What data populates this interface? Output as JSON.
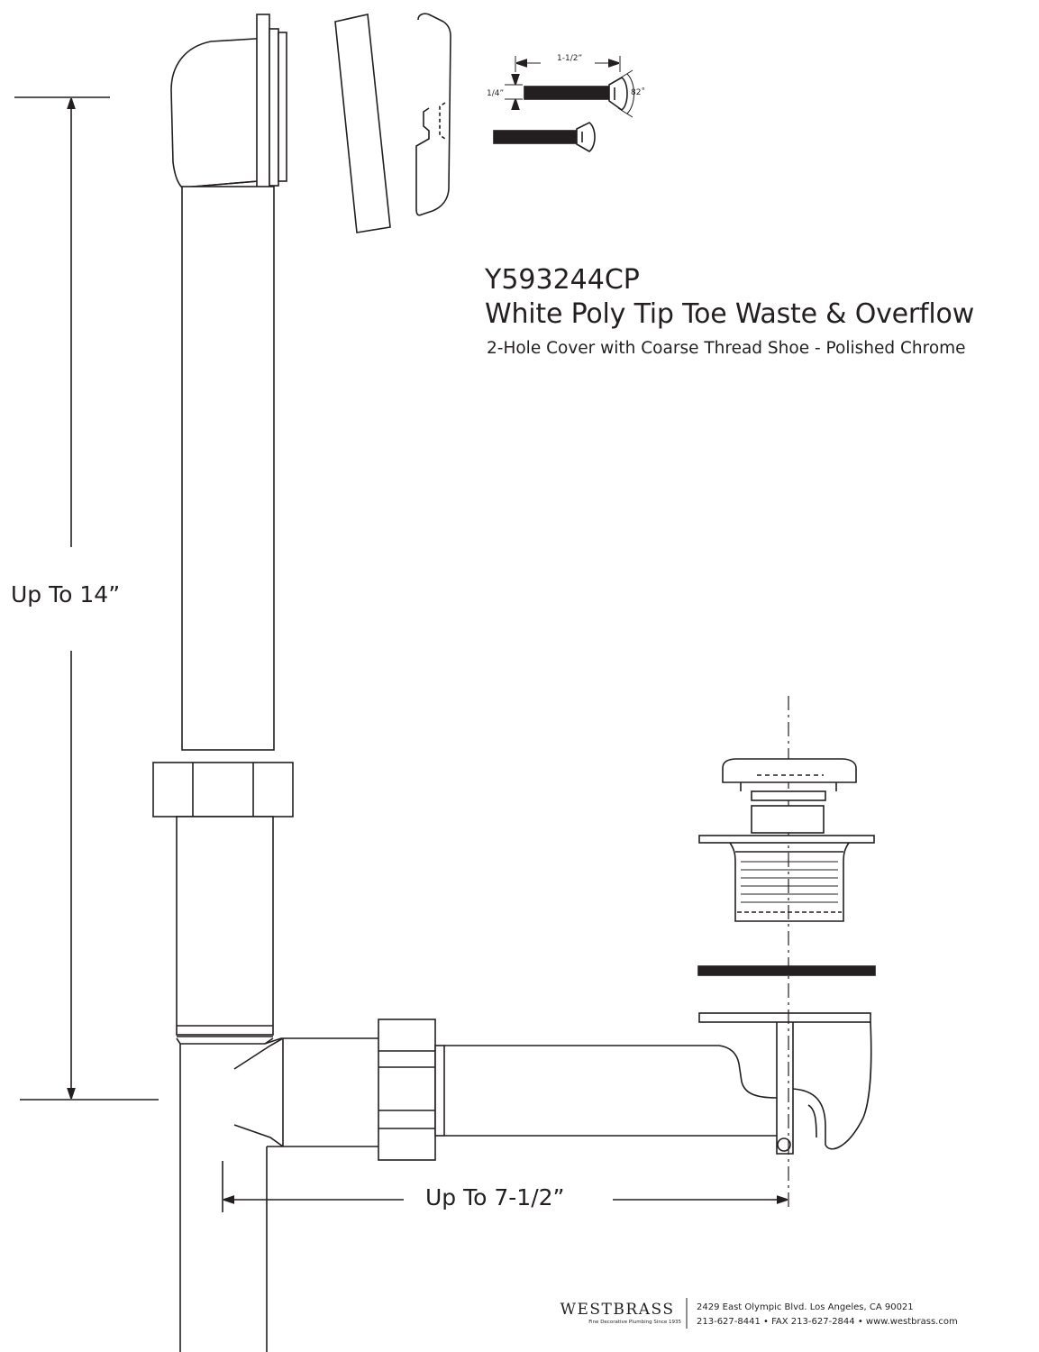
{
  "product": {
    "model_number": "Y593244CP",
    "name": "White Poly Tip Toe Waste & Overflow",
    "description": "2-Hole Cover with Coarse Thread Shoe - Polished Chrome"
  },
  "dimensions": {
    "height": "Up To 14”",
    "length": "Up To 7-1/2”",
    "screw_length": "1-1/2”",
    "screw_diameter": "1/4”",
    "screw_angle": "82˚"
  },
  "footer": {
    "brand": "WESTBRASS",
    "tagline": "Fine Decorative Plumbing Since 1935",
    "address": "2429 East Olympic Blvd. Los Angeles, CA  90021",
    "contact": "213-627-8441 • FAX 213-627-2844 • www.westbrass.com"
  },
  "colors": {
    "line": "#231f20",
    "background": "#ffffff"
  }
}
